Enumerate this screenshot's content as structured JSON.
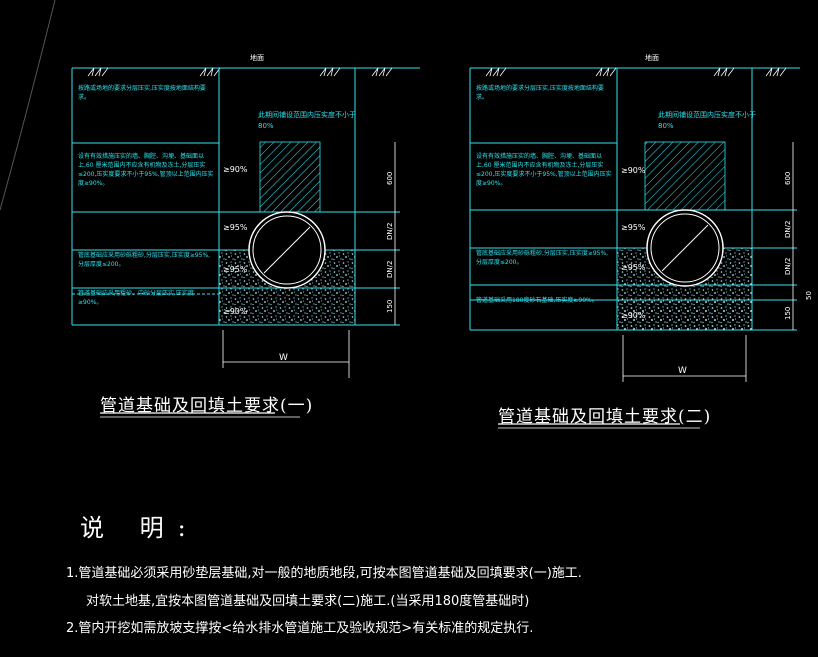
{
  "drawing1": {
    "ground_label": "地面",
    "title": "管道基础及回填土要求(一)",
    "zone_top_text": "按路或场地的要求分层压实,压实度按地面结构要求。",
    "zone_mid_text": "设有有效措施压实的墙、胸腔、沟埂、基础面以上,60 厘米范围内不应含有机物及冻土,分层压实 ≤200,压实度要求不小于95%,管顶以上范围内压实度≥90%。",
    "zone_haunch_text": "管底基础应采用砂砾粗砂,分层压实,压实度≥95%,分层厚度≤200。",
    "zone_base_text": "管道基础应采用粗砂、中砂分层压实,压实度≥90%。",
    "note_above_pipe": "此期间铺设范围内压实度不小于80%",
    "pct_90_upper": "≥90%",
    "pct_95_mid": "≥95%",
    "pct_95_low": "≥95%",
    "pct_90_base": "≥90%",
    "dim_600": "600",
    "dim_dn2_upper": "DN/2",
    "dim_dn2_lower": "DN/2",
    "dim_150": "150",
    "width_label": "W"
  },
  "drawing2": {
    "ground_label": "地面",
    "title": "管道基础及回填土要求(二)",
    "zone_top_text": "按路或场地的要求分层压实,压实度按地面结构要求。",
    "zone_mid_text": "设有有效措施压实的墙、胸腔、沟埂、基础面以上,60 厘米范围内不应含有机物及冻土,分层压实 ≤200,压实度要求不小于95%,管顶以上范围内压实度≥90%。",
    "zone_haunch_text": "管底基础应采用砂砾粗砂,分层压实,压实度≥95%,分层厚度≤200。",
    "zone_base_text": "管道基础采用180度砂石基础,压实度≥90%。",
    "note_above_pipe": "此期间铺设范围内压实度不小于80%",
    "pct_90_upper": "≥90%",
    "pct_95_mid": "≥95%",
    "pct_95_low": "≥95%",
    "pct_90_base": "≥90%",
    "dim_600": "600",
    "dim_dn2_upper": "DN/2",
    "dim_dn2_lower": "DN/2",
    "dim_150": "150",
    "dim_50": "50",
    "width_label": "W"
  },
  "notes": {
    "heading": "说 明:",
    "line1": "1.管道基础必须采用砂垫层基础,对一般的地质地段,可按本图管道基础及回填要求(一)施工.",
    "line2": "对软土地基,宜按本图管道基础及回填土要求(二)施工.(当采用180度管基础时)",
    "line3": "2.管内开挖如需放坡支撑按<给水排水管道施工及验收规范>有关标准的规定执行."
  },
  "colors": {
    "background": "#000000",
    "cyan": "#2fe4f0",
    "white": "#ffffff",
    "sand": "#9fe8ef"
  }
}
